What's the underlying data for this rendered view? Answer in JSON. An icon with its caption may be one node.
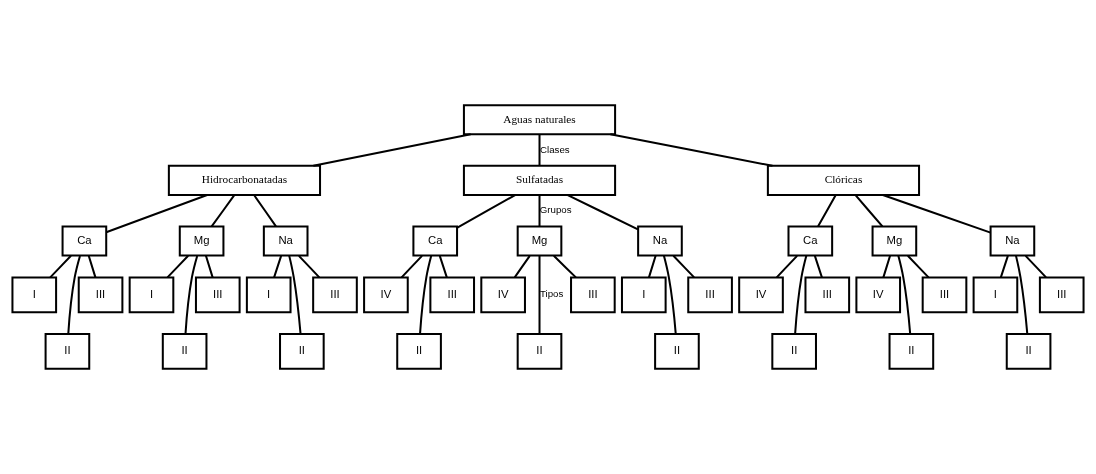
{
  "diagram": {
    "nodes": [
      {
        "text": [
          "Aguas naturales"
        ]
      },
      {
        "text": [
          "Hidrocarbonatadas"
        ]
      },
      {
        "text": [
          "Sulfatadas"
        ]
      },
      {
        "text": [
          "Clóricas"
        ]
      },
      {
        "text": [
          "Ca"
        ]
      },
      {
        "text": [
          "Mg"
        ]
      },
      {
        "text": [
          "Na"
        ]
      },
      {
        "text": [
          "Ca"
        ]
      },
      {
        "text": [
          "Mg"
        ]
      },
      {
        "text": [
          "Na"
        ]
      },
      {
        "text": [
          "Ca"
        ]
      },
      {
        "text": [
          "Mg"
        ]
      },
      {
        "text": [
          "Na"
        ]
      },
      {
        "text": [
          "I"
        ]
      },
      {
        "text": [
          "III"
        ]
      },
      {
        "text": [
          "I"
        ]
      },
      {
        "text": [
          "III"
        ]
      },
      {
        "text": [
          "I"
        ]
      },
      {
        "text": [
          "III"
        ]
      },
      {
        "text": [
          "IV"
        ]
      },
      {
        "text": [
          "III"
        ]
      },
      {
        "text": [
          "IV"
        ]
      },
      {
        "text": [
          "III"
        ]
      },
      {
        "text": [
          "I"
        ]
      },
      {
        "text": [
          "III"
        ]
      },
      {
        "text": [
          "IV"
        ]
      },
      {
        "text": [
          "III"
        ]
      },
      {
        "text": [
          "IV"
        ]
      },
      {
        "text": [
          "III"
        ]
      },
      {
        "text": [
          "I"
        ]
      },
      {
        "text": [
          "III"
        ]
      },
      {
        "text": [
          "II"
        ]
      },
      {
        "text": [
          "II"
        ]
      },
      {
        "text": [
          "II"
        ]
      },
      {
        "text": [
          "II"
        ]
      },
      {
        "text": [
          "II"
        ]
      },
      {
        "text": [
          "II"
        ]
      },
      {
        "text": [
          "II"
        ]
      },
      {
        "text": [
          "II"
        ]
      },
      {
        "text": [
          "II"
        ]
      }
    ],
    "edges": [
      {
        "from": 0,
        "to": 1,
        "arrow": "none"
      },
      {
        "from": 0,
        "to": 2,
        "arrow": "none",
        "label": "Clases"
      },
      {
        "from": 0,
        "to": 3,
        "arrow": "none"
      },
      {
        "from": 1,
        "to": 4,
        "arrow": "none"
      },
      {
        "from": 1,
        "to": 5,
        "arrow": "none"
      },
      {
        "from": 1,
        "to": 6,
        "arrow": "none"
      },
      {
        "from": 2,
        "to": 7,
        "arrow": "none"
      },
      {
        "from": 2,
        "to": 8,
        "arrow": "none",
        "label": "Grupos"
      },
      {
        "from": 2,
        "to": 9,
        "arrow": "none"
      },
      {
        "from": 3,
        "to": 10,
        "arrow": "none"
      },
      {
        "from": 3,
        "to": 11,
        "arrow": "none"
      },
      {
        "from": 3,
        "to": 12,
        "arrow": "none"
      },
      {
        "from": 4,
        "to": 13,
        "arrow": "none"
      },
      {
        "from": 4,
        "to": 31,
        "arrow": "none"
      },
      {
        "from": 4,
        "to": 14,
        "arrow": "none"
      },
      {
        "from": 5,
        "to": 15,
        "arrow": "none"
      },
      {
        "from": 5,
        "to": 32,
        "arrow": "none"
      },
      {
        "from": 5,
        "to": 16,
        "arrow": "none"
      },
      {
        "from": 6,
        "to": 17,
        "arrow": "none"
      },
      {
        "from": 6,
        "to": 33,
        "arrow": "none"
      },
      {
        "from": 6,
        "to": 18,
        "arrow": "none"
      },
      {
        "from": 7,
        "to": 19,
        "arrow": "none"
      },
      {
        "from": 7,
        "to": 34,
        "arrow": "none"
      },
      {
        "from": 7,
        "to": 20,
        "arrow": "none"
      },
      {
        "from": 8,
        "to": 21,
        "arrow": "none"
      },
      {
        "from": 8,
        "to": 35,
        "arrow": "none",
        "label": "Tipos"
      },
      {
        "from": 8,
        "to": 22,
        "arrow": "none"
      },
      {
        "from": 9,
        "to": 23,
        "arrow": "none"
      },
      {
        "from": 9,
        "to": 36,
        "arrow": "none"
      },
      {
        "from": 9,
        "to": 24,
        "arrow": "none"
      },
      {
        "from": 10,
        "to": 25,
        "arrow": "none"
      },
      {
        "from": 10,
        "to": 37,
        "arrow": "none"
      },
      {
        "from": 10,
        "to": 26,
        "arrow": "none"
      },
      {
        "from": 11,
        "to": 27,
        "arrow": "none"
      },
      {
        "from": 11,
        "to": 38,
        "arrow": "none"
      },
      {
        "from": 11,
        "to": 28,
        "arrow": "none"
      },
      {
        "from": 12,
        "to": 29,
        "arrow": "none"
      },
      {
        "from": 12,
        "to": 39,
        "arrow": "none"
      },
      {
        "from": 12,
        "to": 30,
        "arrow": "none"
      }
    ]
  }
}
